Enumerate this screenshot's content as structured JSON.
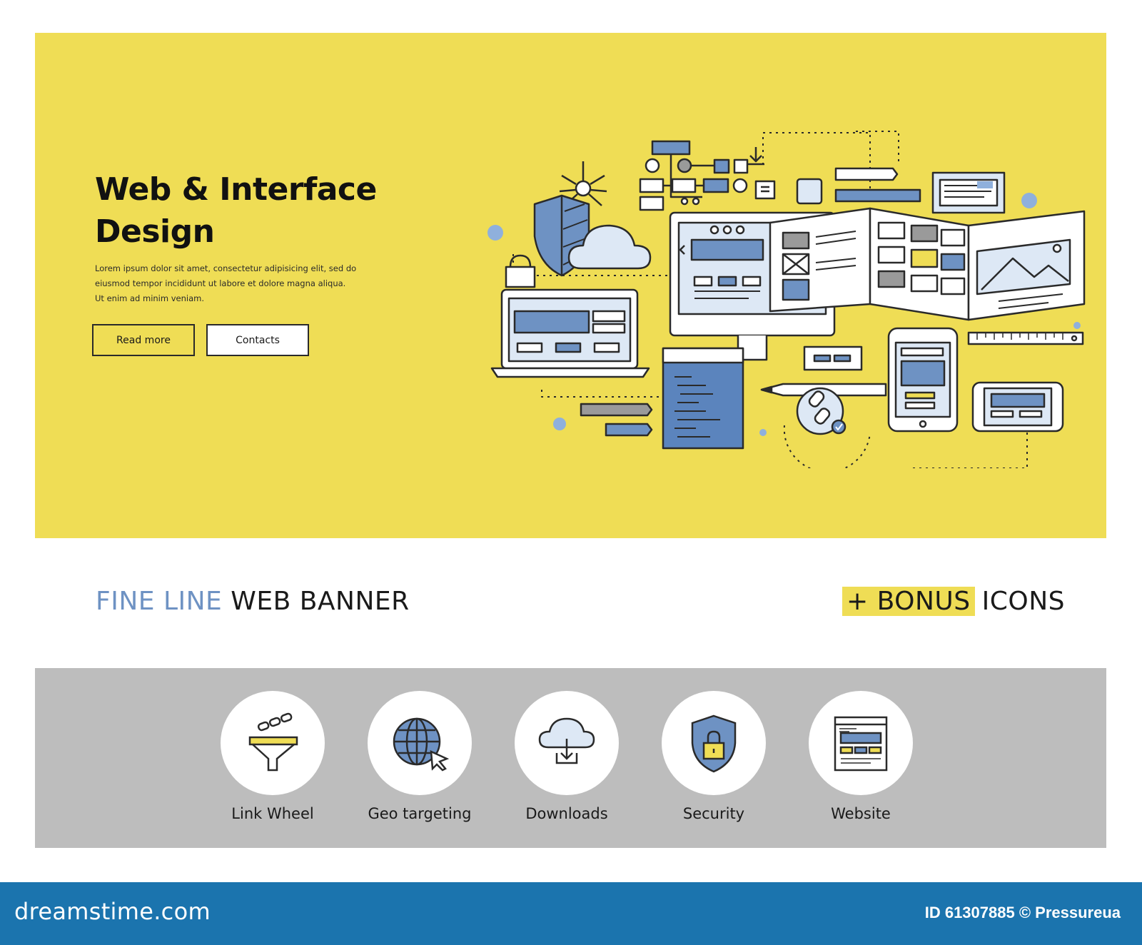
{
  "hero": {
    "title_line1": "Web & Interface",
    "title_line2": "Design",
    "body_line1": "Lorem ipsum dolor sit amet, consectetur adipisicing elit, sed do",
    "body_line2": "eiusmod tempor incididunt ut labore et dolore magna aliqua.",
    "body_line3": "Ut enim ad minim veniam.",
    "read_more_label": "Read more",
    "contacts_label": "Contacts"
  },
  "headline": {
    "left_accent": "FINE LINE",
    "left_rest": "WEB BANNER",
    "right_plus": "+ BONUS",
    "right_rest": "ICONS"
  },
  "icons": [
    {
      "label": "Link Wheel",
      "icon": "link-wheel-icon"
    },
    {
      "label": "Geo targeting",
      "icon": "globe-cursor-icon"
    },
    {
      "label": "Downloads",
      "icon": "cloud-download-icon"
    },
    {
      "label": "Security",
      "icon": "shield-lock-icon"
    },
    {
      "label": "Website",
      "icon": "website-layout-icon"
    }
  ],
  "footer": {
    "brand": "dreamstime.com",
    "id_text": "ID 61307885 © Pressureua"
  },
  "colors": {
    "hero_yellow": "#efdd55",
    "accent_blue": "#6e92c3",
    "strip_grey": "#bdbdbd",
    "footer_blue": "#1b74ae"
  }
}
